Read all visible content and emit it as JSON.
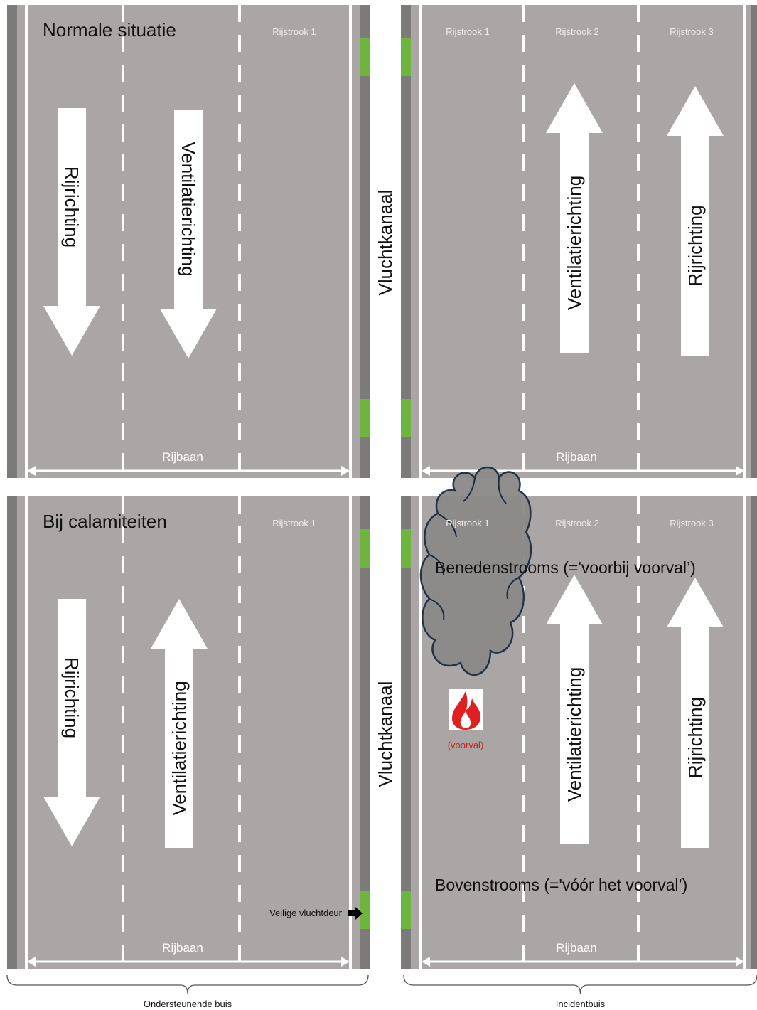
{
  "colors": {
    "road": "#a9a6a5",
    "edge_band": "#7d7a7a",
    "white": "#ffffff",
    "door_green": "#6fb43f",
    "cloud_fill": "#8c8a89",
    "cloud_stroke": "#1b2b3e",
    "fire_red": "#e02020",
    "label_red": "#d21e1e",
    "text_dark": "#111111",
    "lane_label_grey": "#ededed"
  },
  "icons": [
    "fire-icon",
    "smoke-cloud-icon",
    "arrow-right-icon"
  ],
  "panels": {
    "top": {
      "title": "Normale situatie",
      "left_tube": {
        "lane_label": "Rijstrook 1",
        "arrow_left": {
          "label": "Rijrichting",
          "direction": "down"
        },
        "arrow_right": {
          "label": "Ventilatierichting",
          "direction": "down"
        },
        "roadway_label": "Rijbaan"
      },
      "escape_channel": "Vluchtkanaal",
      "right_tube": {
        "lane_labels": [
          "Rijstrook 1",
          "Rijstrook 2",
          "Rijstrook 3"
        ],
        "arrow_left": {
          "label": "Ventilatierichting",
          "direction": "up"
        },
        "arrow_right": {
          "label": "Rijrichting",
          "direction": "up"
        },
        "roadway_label": "Rijbaan"
      }
    },
    "bottom": {
      "title": "Bij calamiteiten",
      "left_tube": {
        "lane_label": "Rijstrook 1",
        "arrow_left": {
          "label": "Rijrichting",
          "direction": "down"
        },
        "arrow_right": {
          "label": "Ventilatierichting",
          "direction": "up"
        },
        "roadway_label": "Rijbaan",
        "escape_door_label": "Veilige vluchtdeur"
      },
      "escape_channel": "Vluchtkanaal",
      "right_tube": {
        "lane_labels": [
          "Rijstrook 1",
          "Rijstrook 2",
          "Rijstrook 3"
        ],
        "arrow_left": {
          "label": "Ventilatierichting",
          "direction": "up"
        },
        "arrow_right": {
          "label": "Rijrichting",
          "direction": "up"
        },
        "roadway_label": "Rijbaan",
        "downstream_label": "Benedenstrooms (='voorbij voorval’)",
        "upstream_label": "Bovenstrooms (='vóór het voorval’)",
        "incident_label": "(voorval)"
      }
    }
  },
  "brackets": {
    "left": "Ondersteunende buis",
    "right": "Incidentbuis"
  }
}
